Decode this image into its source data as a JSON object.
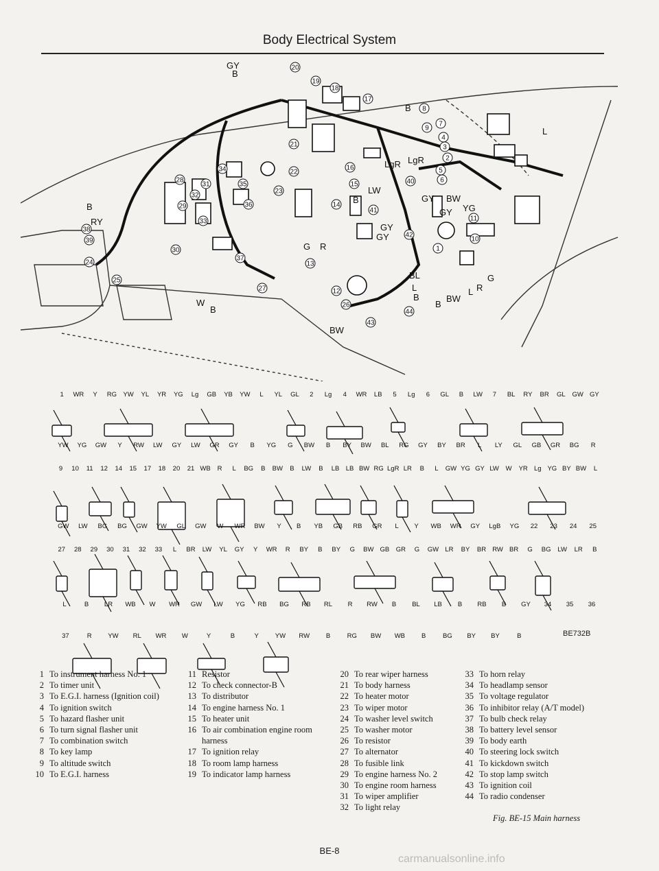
{
  "header": {
    "title": "Body Electrical System"
  },
  "illustration": {
    "wire_labels": [
      "GY",
      "B",
      "B",
      "L",
      "LgR",
      "LgR",
      "LW",
      "B",
      "GY",
      "BW",
      "YG",
      "GY",
      "GY",
      "GY",
      "G",
      "R",
      "BL",
      "L",
      "B",
      "B",
      "BW",
      "L",
      "R",
      "G",
      "BW",
      "W",
      "B",
      "B",
      "RY"
    ],
    "markers": [
      "20",
      "19",
      "18",
      "17",
      "8",
      "9",
      "7",
      "4",
      "3",
      "2",
      "5",
      "6",
      "21",
      "22",
      "16",
      "15",
      "40",
      "41",
      "42",
      "14",
      "11",
      "10",
      "34",
      "31",
      "35",
      "28",
      "29",
      "32",
      "33",
      "36",
      "23",
      "38",
      "39",
      "24",
      "25",
      "27",
      "13",
      "12",
      "26",
      "43",
      "44",
      "30",
      "37",
      "1"
    ]
  },
  "connectors": {
    "code": "BE732B",
    "labels": [
      "1",
      "WR",
      "Y",
      "RG",
      "YW",
      "YL",
      "YR",
      "YG",
      "Lg",
      "GB",
      "YB",
      "YW",
      "L",
      "YL",
      "GL",
      "2",
      "Lg",
      "4",
      "WR",
      "LB",
      "5",
      "Lg",
      "6",
      "GL",
      "B",
      "LW",
      "7",
      "BL",
      "RY",
      "BR",
      "GL",
      "GW",
      "GY",
      "YW",
      "YG",
      "GW",
      "Y",
      "RW",
      "LW",
      "GY",
      "LW",
      "GR",
      "GY",
      "B",
      "YG",
      "G",
      "BW",
      "B",
      "BY",
      "BW",
      "BL",
      "RG",
      "GY",
      "BY",
      "BR",
      "L",
      "LY",
      "GL",
      "GB",
      "GR",
      "BG",
      "R",
      "9",
      "10",
      "11",
      "12",
      "14",
      "15",
      "17",
      "18",
      "20",
      "21",
      "WB",
      "R",
      "L",
      "BG",
      "B",
      "BW",
      "B",
      "LW",
      "B",
      "LB",
      "LB",
      "BW",
      "RG",
      "LgR",
      "LR",
      "B",
      "L",
      "GW",
      "YG",
      "GY",
      "LW",
      "W",
      "YR",
      "Lg",
      "YG",
      "BY",
      "BW",
      "L",
      "GW",
      "LW",
      "BG",
      "BG",
      "GW",
      "YW",
      "GL",
      "GW",
      "W",
      "WR",
      "BW",
      "Y",
      "B",
      "YB",
      "GB",
      "RB",
      "GR",
      "L",
      "Y",
      "WB",
      "WR",
      "GY",
      "LgB",
      "YG",
      "22",
      "23",
      "24",
      "25",
      "27",
      "28",
      "29",
      "30",
      "31",
      "32",
      "33",
      "L",
      "BR",
      "LW",
      "YL",
      "GY",
      "Y",
      "WR",
      "R",
      "BY",
      "B",
      "BY",
      "G",
      "BW",
      "GB",
      "GR",
      "G",
      "GW",
      "LR",
      "BY",
      "BR",
      "RW",
      "BR",
      "G",
      "BG",
      "LW",
      "LR",
      "B",
      "L",
      "B",
      "LR",
      "WB",
      "W",
      "WR",
      "GW",
      "LW",
      "YG",
      "RB",
      "BG",
      "RB",
      "RL",
      "R",
      "RW",
      "B",
      "BL",
      "LB",
      "B",
      "RB",
      "B",
      "GY",
      "34",
      "35",
      "36",
      "37",
      "R",
      "YW",
      "RL",
      "WR",
      "W",
      "Y",
      "B",
      "Y",
      "YW",
      "RW",
      "B",
      "RG",
      "BW",
      "WB",
      "B",
      "BG",
      "BY",
      "BY",
      "B"
    ]
  },
  "legend": [
    [
      "1",
      "To instrument harness No. 1"
    ],
    [
      "2",
      "To timer unit"
    ],
    [
      "3",
      "To E.G.I. harness (Ignition coil)"
    ],
    [
      "4",
      "To ignition switch"
    ],
    [
      "5",
      "To hazard flasher unit"
    ],
    [
      "6",
      "To turn signal flasher unit"
    ],
    [
      "7",
      "To combination switch"
    ],
    [
      "8",
      "To key lamp"
    ],
    [
      "9",
      "To altitude switch"
    ],
    [
      "10",
      "To E.G.I. harness"
    ],
    [
      "11",
      "Resistor"
    ],
    [
      "12",
      "To check connector-B"
    ],
    [
      "13",
      "To distributor"
    ],
    [
      "14",
      "To engine harness No. 1"
    ],
    [
      "15",
      "To heater unit"
    ],
    [
      "16",
      "To air combination engine room"
    ],
    [
      "",
      "harness"
    ],
    [
      "17",
      "To ignition relay"
    ],
    [
      "18",
      "To room lamp harness"
    ],
    [
      "19",
      "To indicator lamp harness"
    ],
    [
      "20",
      "To rear wiper harness"
    ],
    [
      "21",
      "To body harness"
    ],
    [
      "22",
      "To heater motor"
    ],
    [
      "23",
      "To wiper motor"
    ],
    [
      "24",
      "To washer level switch"
    ],
    [
      "25",
      "To washer motor"
    ],
    [
      "26",
      "To resistor"
    ],
    [
      "27",
      "To alternator"
    ],
    [
      "28",
      "To fusible link"
    ],
    [
      "29",
      "To engine harness No. 2"
    ],
    [
      "30",
      "To engine room harness"
    ],
    [
      "31",
      "To wiper amplifier"
    ],
    [
      "32",
      "To light relay"
    ],
    [
      "33",
      "To horn relay"
    ],
    [
      "34",
      "To headlamp sensor"
    ],
    [
      "35",
      "To voltage regulator"
    ],
    [
      "36",
      "To inhibitor relay (A/T model)"
    ],
    [
      "37",
      "To bulb check relay"
    ],
    [
      "38",
      "To battery level sensor"
    ],
    [
      "39",
      "To body earth"
    ],
    [
      "40",
      "To steering lock switch"
    ],
    [
      "41",
      "To kickdown switch"
    ],
    [
      "42",
      "To stop lamp switch"
    ],
    [
      "43",
      "To ignition coil"
    ],
    [
      "44",
      "To radio condenser"
    ]
  ],
  "caption": "Fig. BE-15 Main harness",
  "page_number": "BE-8",
  "watermark": "carmanualsonline.info"
}
